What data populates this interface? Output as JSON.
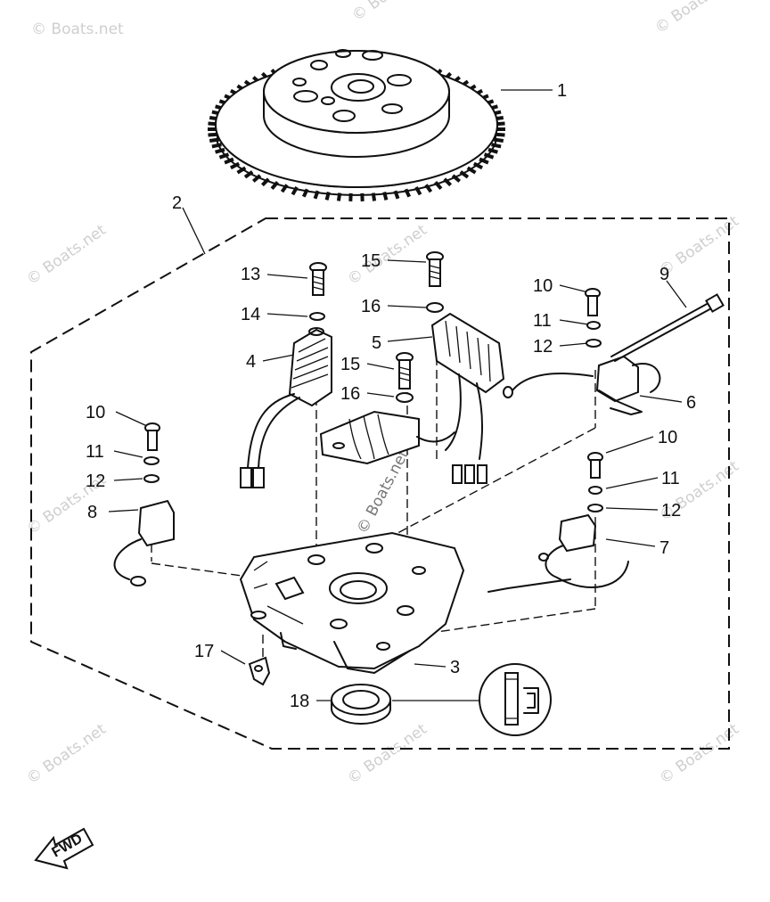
{
  "watermark": {
    "text": "© Boats.net",
    "color": "#cfcfcf"
  },
  "callouts": [
    {
      "id": "1",
      "text": "1"
    },
    {
      "id": "2",
      "text": "2"
    },
    {
      "id": "3",
      "text": "3"
    },
    {
      "id": "4",
      "text": "4"
    },
    {
      "id": "5",
      "text": "5"
    },
    {
      "id": "6",
      "text": "6"
    },
    {
      "id": "7",
      "text": "7"
    },
    {
      "id": "8",
      "text": "8"
    },
    {
      "id": "9",
      "text": "9"
    },
    {
      "id": "10a",
      "text": "10"
    },
    {
      "id": "10b",
      "text": "10"
    },
    {
      "id": "10c",
      "text": "10"
    },
    {
      "id": "11a",
      "text": "11"
    },
    {
      "id": "11b",
      "text": "11"
    },
    {
      "id": "11c",
      "text": "11"
    },
    {
      "id": "12a",
      "text": "12"
    },
    {
      "id": "12b",
      "text": "12"
    },
    {
      "id": "12c",
      "text": "12"
    },
    {
      "id": "13",
      "text": "13"
    },
    {
      "id": "14",
      "text": "14"
    },
    {
      "id": "15a",
      "text": "15"
    },
    {
      "id": "15b",
      "text": "15"
    },
    {
      "id": "16a",
      "text": "16"
    },
    {
      "id": "16b",
      "text": "16"
    },
    {
      "id": "17",
      "text": "17"
    },
    {
      "id": "18",
      "text": "18"
    }
  ],
  "direction_badge": {
    "text": "FWD"
  }
}
